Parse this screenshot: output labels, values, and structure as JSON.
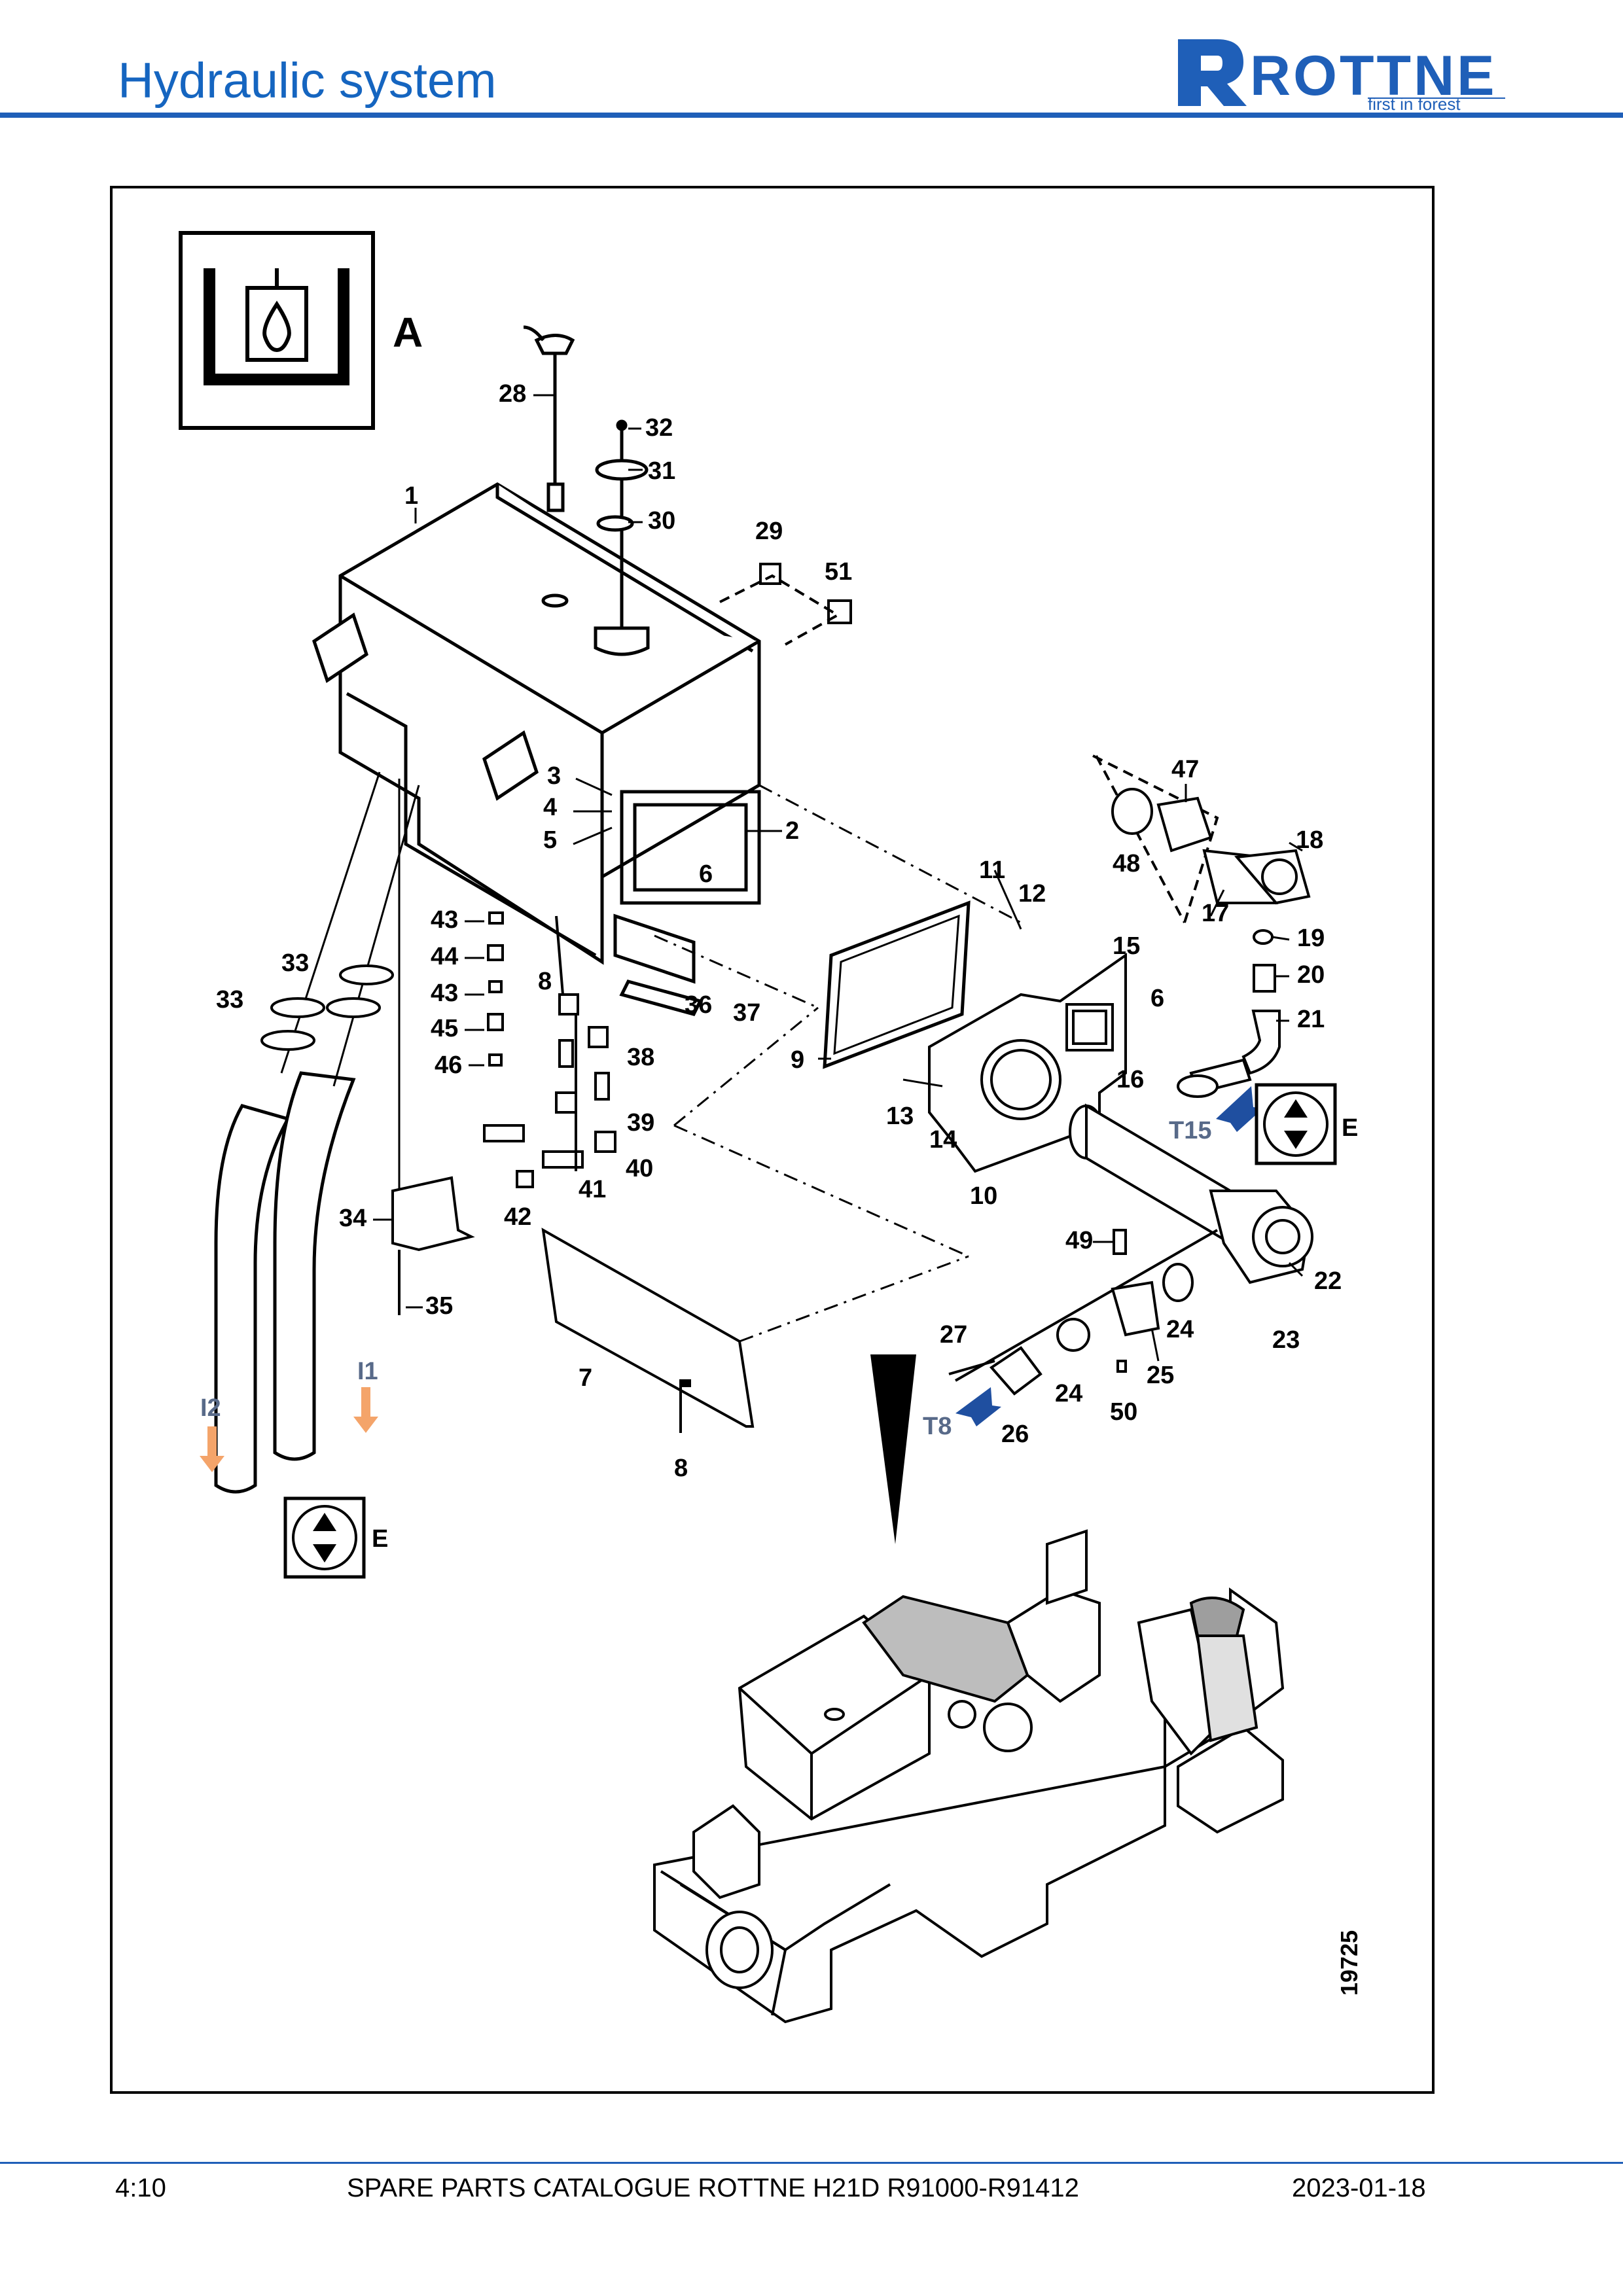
{
  "header": {
    "title": "Hydraulic system",
    "logo_text": "ROTTNE",
    "logo_tagline": "first in forest",
    "brand_color": "#1f5fb8"
  },
  "diagram": {
    "symbol_letter": "A",
    "figure_number": "19725",
    "ref_letter_e": "E",
    "ref_t15": "T15",
    "ref_t8": "T8",
    "ref_i1": "I1",
    "ref_i2": "I2",
    "callouts": [
      "1",
      "2",
      "3",
      "4",
      "5",
      "6",
      "6",
      "7",
      "8",
      "8",
      "9",
      "10",
      "11",
      "12",
      "13",
      "14",
      "15",
      "16",
      "17",
      "18",
      "19",
      "20",
      "21",
      "22",
      "23",
      "24",
      "24",
      "25",
      "26",
      "27",
      "28",
      "29",
      "30",
      "31",
      "32",
      "33",
      "33",
      "34",
      "35",
      "36",
      "37",
      "38",
      "39",
      "40",
      "41",
      "42",
      "43",
      "43",
      "44",
      "45",
      "46",
      "47",
      "48",
      "49",
      "50",
      "51"
    ]
  },
  "footer": {
    "page": "4:10",
    "catalogue": "SPARE PARTS CATALOGUE ROTTNE H21D R91000-R91412",
    "date": "2023-01-18"
  }
}
